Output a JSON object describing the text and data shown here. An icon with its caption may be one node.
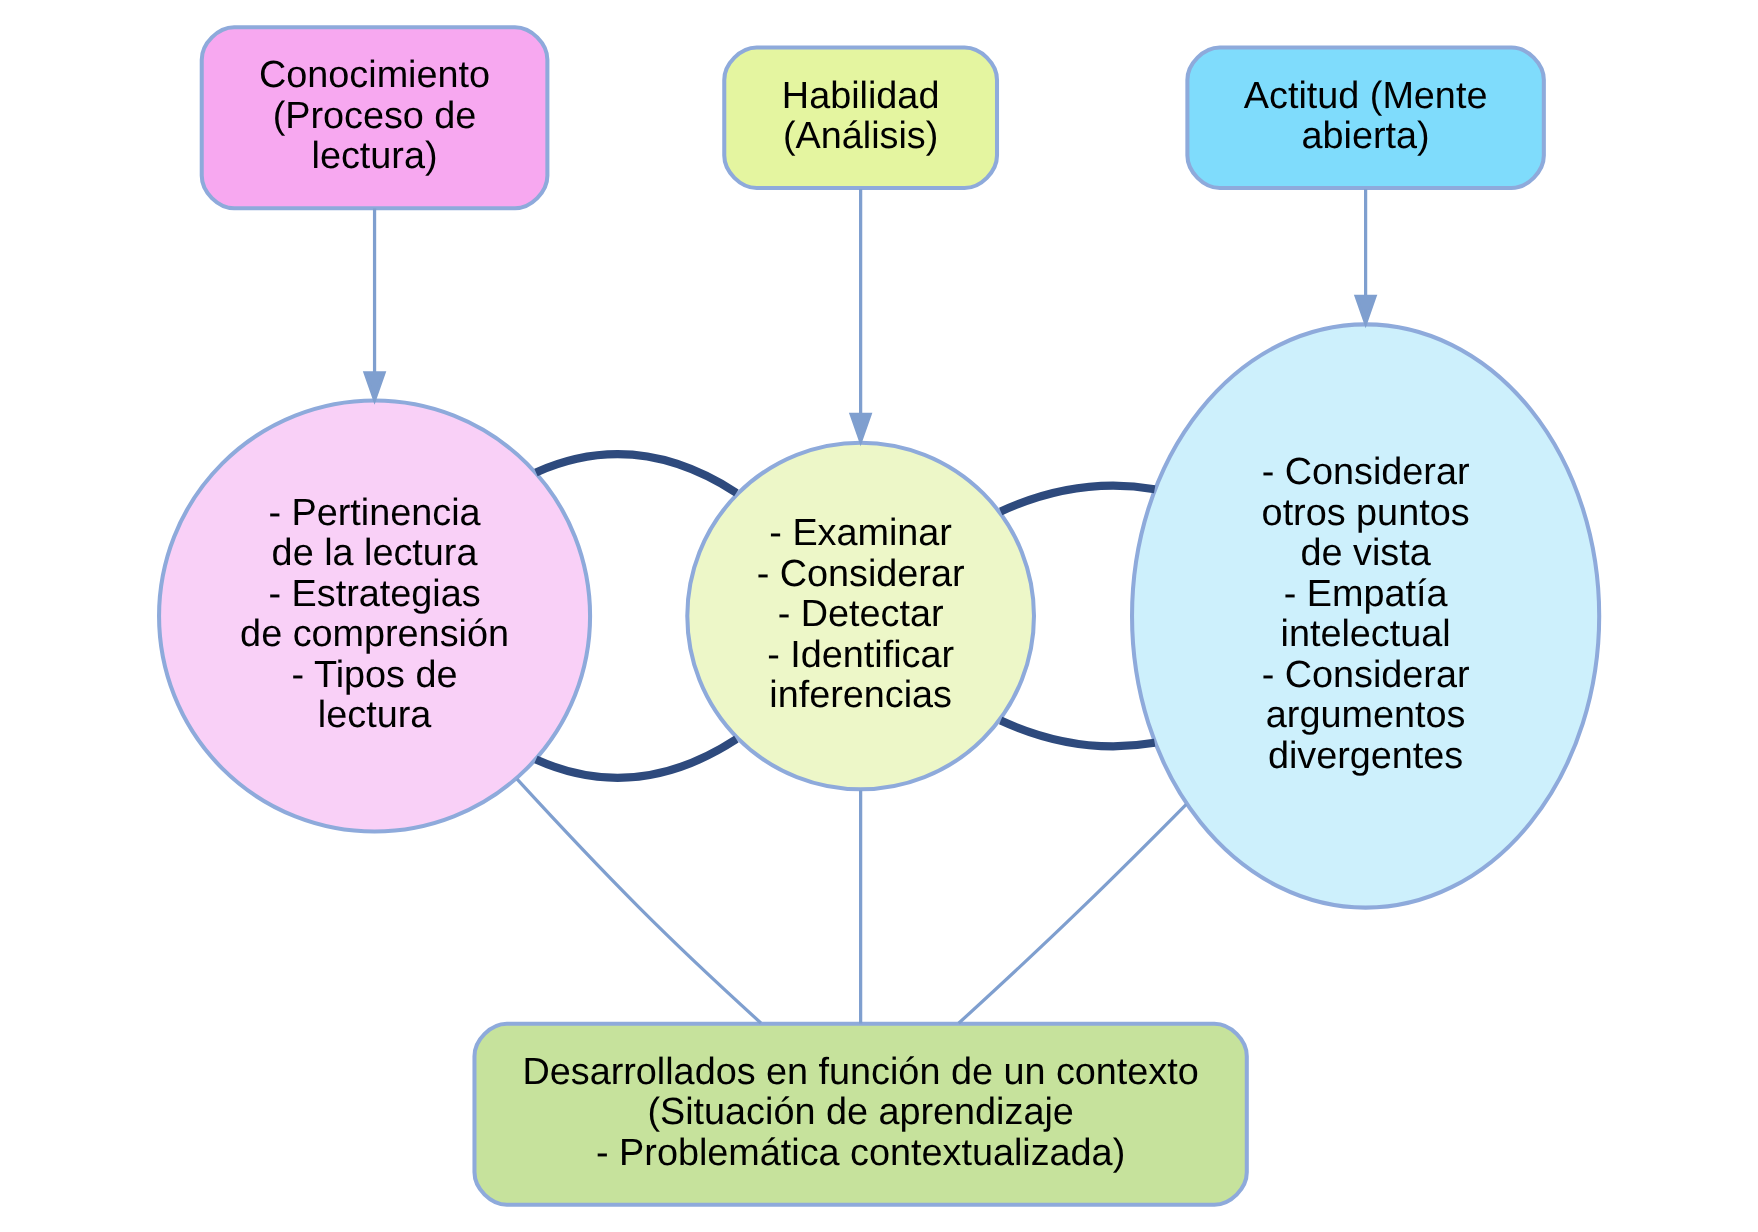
{
  "diagram": {
    "nodes": [
      {
        "text": [
          "Conocimiento (Proceso de lectura)"
        ]
      },
      {
        "text": [
          "Habilidad (Análisis)"
        ]
      },
      {
        "text": [
          "Actitud (Mente abierta)"
        ]
      },
      {
        "text": [
          "- Pertinencia de la lectura - Estrategias de comprensión - Tipos de lectura"
        ]
      },
      {
        "text": [
          "- Examinar - Considerar - Detectar - Identificar inferencias"
        ]
      },
      {
        "text": [
          "- Considerar otros puntos de vista - Empatía intelectual - Considerar argumentos divergentes"
        ]
      },
      {
        "text": [
          "Desarrollados en función de un contexto (Situación de aprendizaje - Problemática contextualizada)"
        ]
      }
    ],
    "edges": [
      {
        "from": 0,
        "to": 3,
        "arrow": "to"
      },
      {
        "from": 1,
        "to": 4,
        "arrow": "to"
      },
      {
        "from": 2,
        "to": 5,
        "arrow": "to"
      },
      {
        "from": 3,
        "to": 4,
        "arrow": "none",
        "style": "thick",
        "color": "#2e4a7d"
      },
      {
        "from": 3,
        "to": 4,
        "arrow": "none",
        "style": "thick",
        "color": "#2e4a7d"
      },
      {
        "from": 4,
        "to": 5,
        "arrow": "none",
        "style": "thick",
        "color": "#2e4a7d"
      },
      {
        "from": 4,
        "to": 5,
        "arrow": "none",
        "style": "thick",
        "color": "#2e4a7d"
      },
      {
        "from": 3,
        "to": 6,
        "arrow": "none"
      },
      {
        "from": 4,
        "to": 6,
        "arrow": "none"
      },
      {
        "from": 5,
        "to": 6,
        "arrow": "none"
      }
    ]
  }
}
